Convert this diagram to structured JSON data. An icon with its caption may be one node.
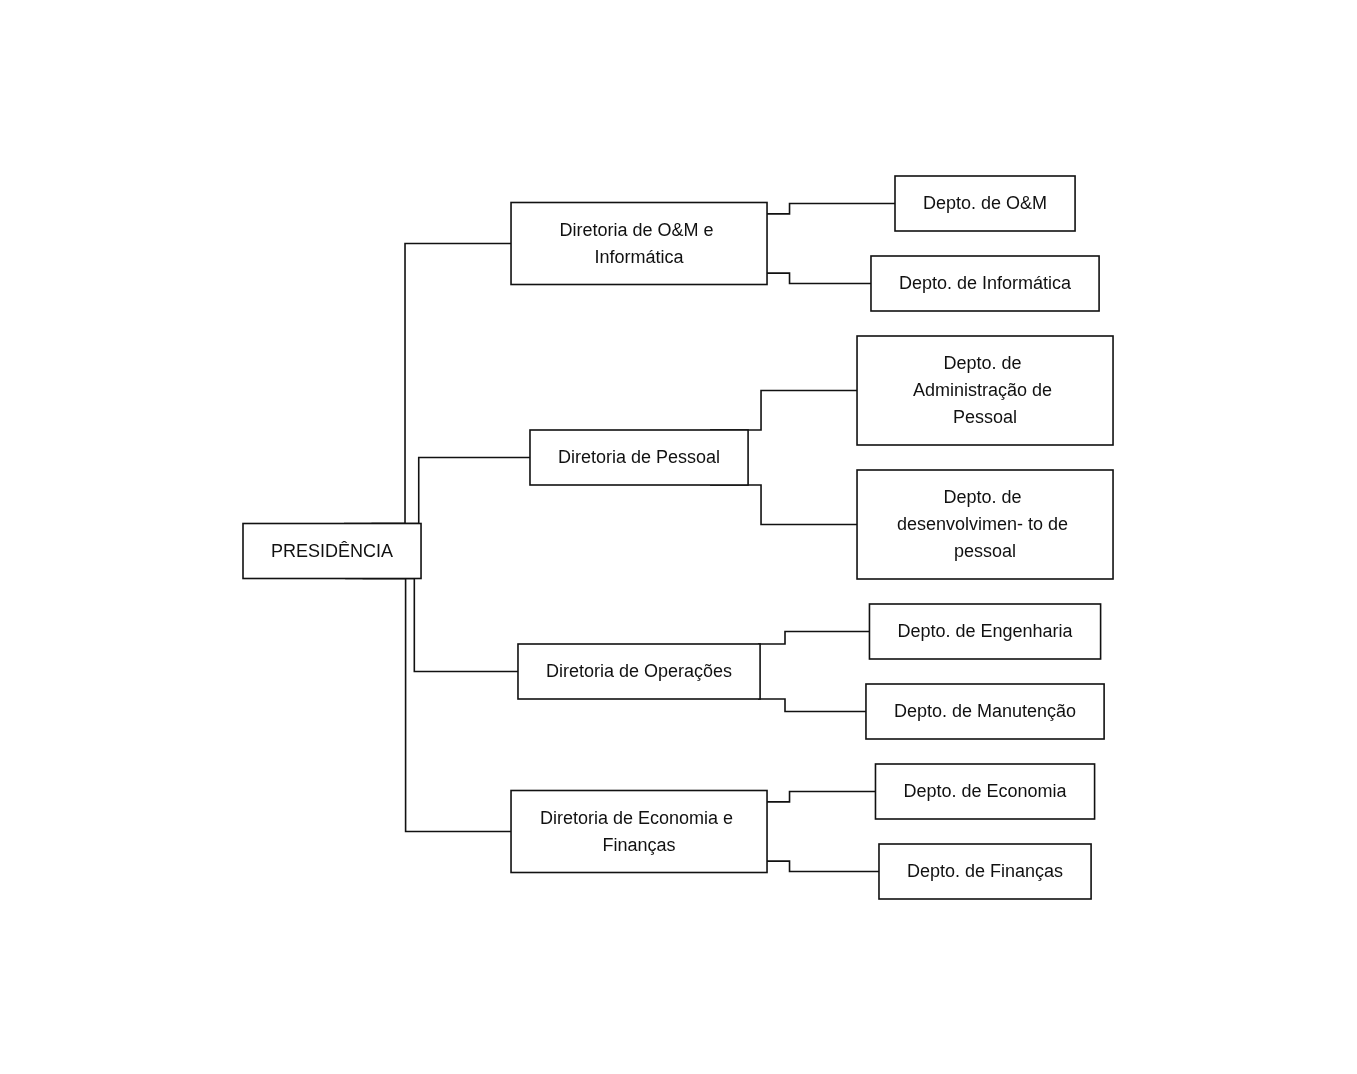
{
  "diagram": {
    "nodes": [
      {
        "text": [
          "PRESIDÊNCIA"
        ]
      },
      {
        "text": [
          "Diretoria de O&M e Informática"
        ]
      },
      {
        "text": [
          "Depto. de O&M"
        ]
      },
      {
        "text": [
          "Depto. de Informática"
        ]
      },
      {
        "text": [
          "Diretoria de Pessoal"
        ]
      },
      {
        "text": [
          "Depto. de Administração de Pessoal"
        ]
      },
      {
        "text": [
          "Depto. de desenvolvimen- to de pessoal"
        ]
      },
      {
        "text": [
          "Diretoria de Operações"
        ]
      },
      {
        "text": [
          "Depto. de Engenharia"
        ]
      },
      {
        "text": [
          "Depto. de Manutenção"
        ]
      },
      {
        "text": [
          "Diretoria de Economia e Finanças"
        ]
      },
      {
        "text": [
          "Depto. de Economia"
        ]
      },
      {
        "text": [
          "Depto. de Finanças"
        ]
      }
    ],
    "edges": [
      {
        "from": 0,
        "to": 1,
        "arrow": "none"
      },
      {
        "from": 0,
        "to": 4,
        "arrow": "none"
      },
      {
        "from": 0,
        "to": 7,
        "arrow": "none"
      },
      {
        "from": 0,
        "to": 10,
        "arrow": "none"
      },
      {
        "from": 1,
        "to": 2,
        "arrow": "none"
      },
      {
        "from": 1,
        "to": 3,
        "arrow": "none"
      },
      {
        "from": 4,
        "to": 5,
        "arrow": "none"
      },
      {
        "from": 4,
        "to": 6,
        "arrow": "none"
      },
      {
        "from": 7,
        "to": 8,
        "arrow": "none"
      },
      {
        "from": 7,
        "to": 9,
        "arrow": "none"
      },
      {
        "from": 10,
        "to": 11,
        "arrow": "none"
      },
      {
        "from": 10,
        "to": 12,
        "arrow": "none"
      }
    ]
  }
}
